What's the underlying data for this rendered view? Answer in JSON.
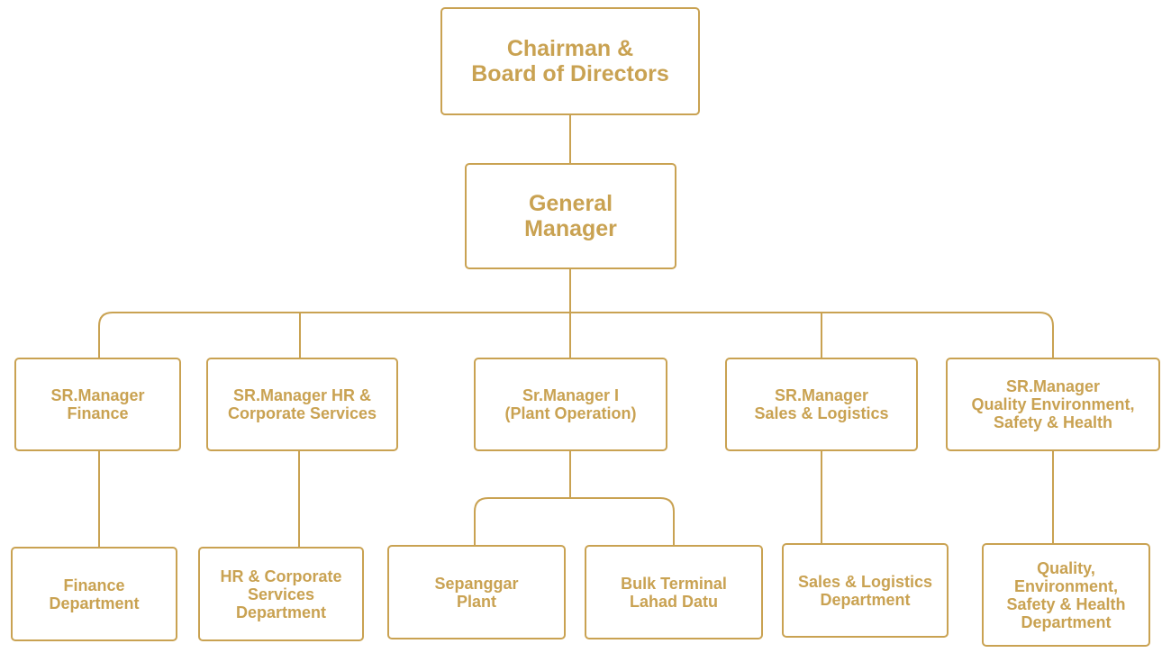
{
  "diagram": {
    "color": "#c9a252",
    "nodes": {
      "chairman": {
        "lines": [
          "Chairman &",
          "Board of Directors"
        ]
      },
      "general_manager": {
        "lines": [
          "General",
          "Manager"
        ]
      },
      "sr_finance": {
        "lines": [
          "SR.Manager",
          "Finance"
        ]
      },
      "sr_hr": {
        "lines": [
          "SR.Manager HR &",
          "Corporate Services"
        ]
      },
      "sr_plant": {
        "lines": [
          "Sr.Manager I",
          "(Plant Operation)"
        ]
      },
      "sr_sales": {
        "lines": [
          "SR.Manager",
          "Sales & Logistics"
        ]
      },
      "sr_qehs": {
        "lines": [
          "SR.Manager",
          "Quality Environment,",
          "Safety & Health"
        ]
      },
      "finance_dept": {
        "lines": [
          "Finance",
          "Department"
        ]
      },
      "hr_dept": {
        "lines": [
          "HR & Corporate",
          "Services",
          "Department"
        ]
      },
      "sepanggar": {
        "lines": [
          "Sepanggar",
          "Plant"
        ]
      },
      "bulk_terminal": {
        "lines": [
          "Bulk Terminal",
          "Lahad Datu"
        ]
      },
      "sales_dept": {
        "lines": [
          "Sales & Logistics",
          "Department"
        ]
      },
      "qehs_dept": {
        "lines": [
          "Quality,",
          "Environment,",
          "Safety & Health",
          "Department"
        ]
      }
    }
  }
}
